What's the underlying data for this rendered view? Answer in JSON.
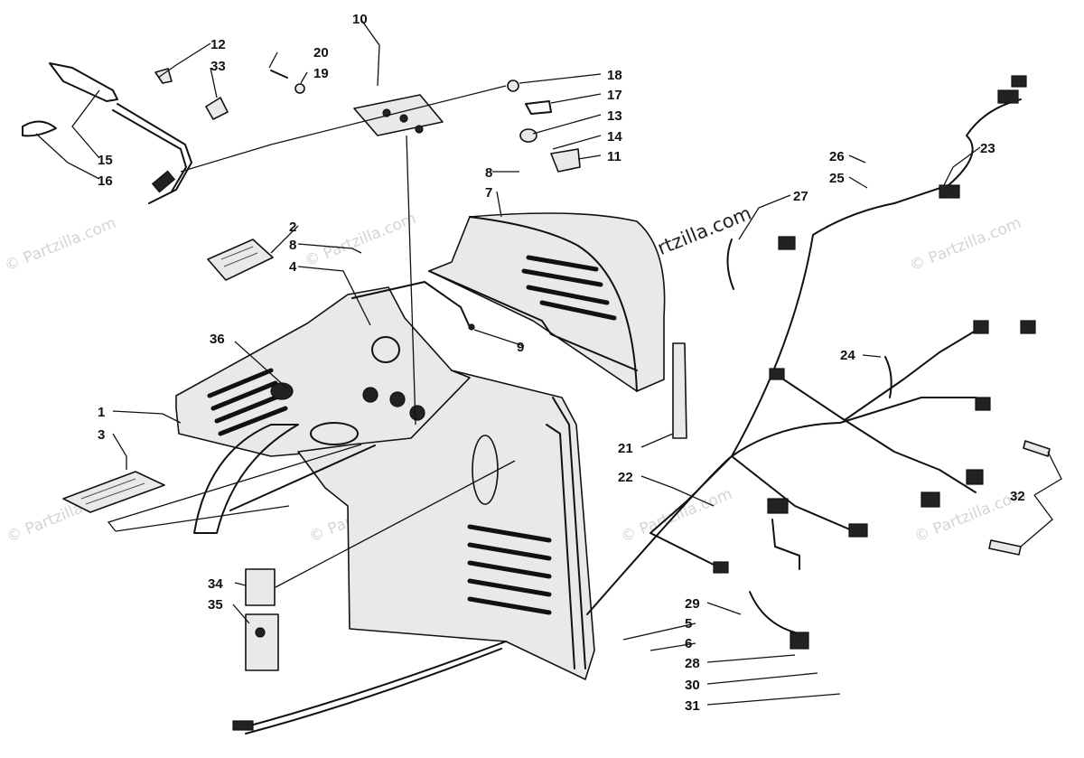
{
  "watermarks": [
    "© Partzilla.com",
    "© Partzilla.com",
    "© Partzilla.com",
    "© Partzilla.com",
    "© Partzilla.com",
    "© Partzilla.com",
    "© Partzilla.com"
  ],
  "brand_watermark": "© Partzilla.com",
  "callouts": [
    "1",
    "2",
    "3",
    "4",
    "5",
    "6",
    "7",
    "8",
    "8",
    "9",
    "10",
    "11",
    "12",
    "13",
    "14",
    "15",
    "16",
    "17",
    "18",
    "19",
    "20",
    "21",
    "22",
    "23",
    "24",
    "25",
    "26",
    "27",
    "28",
    "29",
    "30",
    "31",
    "32",
    "33",
    "34",
    "35",
    "36"
  ]
}
